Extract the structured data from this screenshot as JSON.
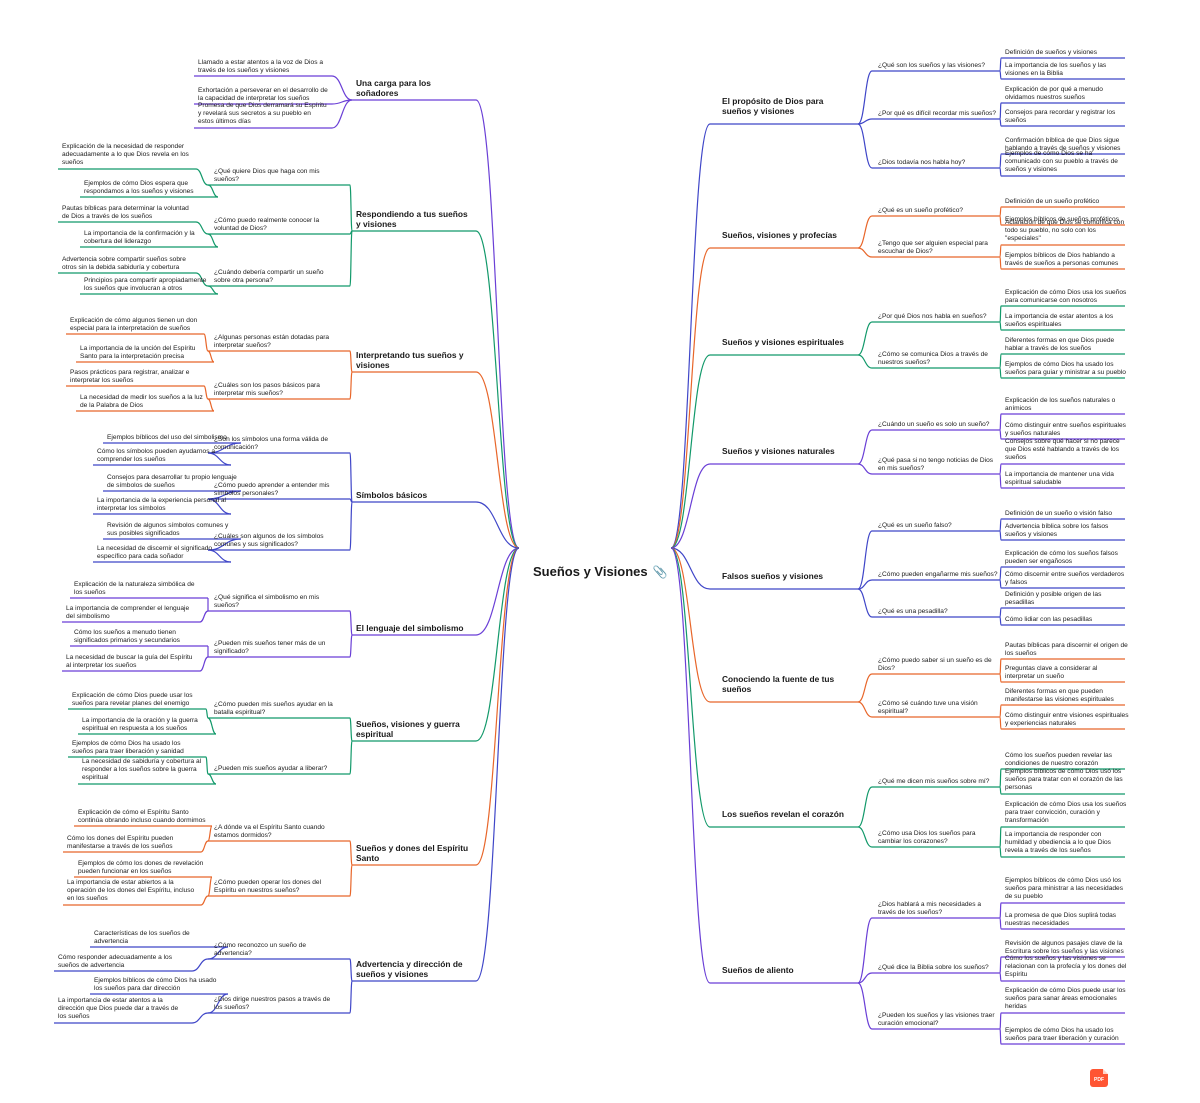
{
  "root": {
    "title": "Sueños y Visiones",
    "file_badge": "PDF",
    "attach_icon": "paperclip-icon"
  },
  "colors": {
    "purple": "#6a3fd6",
    "blue": "#3f46c8",
    "orange": "#e8662a",
    "green": "#12996a"
  },
  "left": [
    {
      "label": "Una carga para los soñadores",
      "color": "purple",
      "leaves_only": true,
      "children": [
        {
          "label": "Llamado a estar atentos a la voz de Dios a través de los sueños y visiones"
        },
        {
          "label": "Exhortación a perseverar en el desarrollo de la capacidad de interpretar los sueños"
        },
        {
          "label": "Promesa de que Dios derramará su Espíritu y revelará sus secretos a su pueblo en estos últimos días"
        }
      ]
    },
    {
      "label": "Respondiendo a tus sueños y visiones",
      "color": "green",
      "children": [
        {
          "label": "¿Qué quiere Dios que haga con mis sueños?",
          "children": [
            {
              "label": "Explicación de la necesidad de responder adecuadamente a lo que Dios revela en los sueños"
            },
            {
              "label": "Ejemplos de cómo Dios espera que respondamos a los sueños y visiones"
            }
          ]
        },
        {
          "label": "¿Cómo puedo realmente conocer la voluntad de Dios?",
          "children": [
            {
              "label": "Pautas bíblicas para determinar la voluntad de Dios a través de los sueños"
            },
            {
              "label": "La importancia de la confirmación y la cobertura del liderazgo"
            }
          ]
        },
        {
          "label": "¿Cuándo debería compartir un sueño sobre otra persona?",
          "children": [
            {
              "label": "Advertencia sobre compartir sueños sobre otros sin la debida sabiduría y cobertura"
            },
            {
              "label": "Principios para compartir apropiadamente los sueños que involucran a otros"
            }
          ]
        }
      ]
    },
    {
      "label": "Interpretando tus sueños y visiones",
      "color": "orange",
      "children": [
        {
          "label": "¿Algunas personas están dotadas para interpretar sueños?",
          "children": [
            {
              "label": "Explicación de cómo algunos tienen un don especial para la interpretación de sueños"
            },
            {
              "label": "La importancia de la unción del Espíritu Santo para la interpretación precisa"
            }
          ]
        },
        {
          "label": "¿Cuáles son los pasos básicos para interpretar mis sueños?",
          "children": [
            {
              "label": "Pasos prácticos para registrar, analizar e interpretar los sueños"
            },
            {
              "label": "La necesidad de medir los sueños a la luz de la Palabra de Dios"
            }
          ]
        }
      ]
    },
    {
      "label": "Símbolos básicos",
      "color": "blue",
      "children": [
        {
          "label": "¿Son los símbolos una forma válida de comunicación?",
          "children": [
            {
              "label": "Ejemplos bíblicos del uso del simbolismo"
            },
            {
              "label": "Cómo los símbolos pueden ayudarnos a comprender los sueños"
            }
          ]
        },
        {
          "label": "¿Cómo puedo aprender a entender mis símbolos personales?",
          "children": [
            {
              "label": "Consejos para desarrollar tu propio lenguaje de símbolos de sueños"
            },
            {
              "label": "La importancia de la experiencia personal al interpretar los símbolos"
            }
          ]
        },
        {
          "label": "¿Cuáles son algunos de los símbolos comunes y sus significados?",
          "children": [
            {
              "label": "Revisión de algunos símbolos comunes y sus posibles significados"
            },
            {
              "label": "La necesidad de discernir el significado específico para cada soñador"
            }
          ]
        }
      ]
    },
    {
      "label": "El lenguaje del simbolismo",
      "color": "purple",
      "children": [
        {
          "label": "¿Qué significa el simbolismo en mis sueños?",
          "children": [
            {
              "label": "Explicación de la naturaleza simbólica de los sueños"
            },
            {
              "label": "La importancia de comprender el lenguaje del simbolismo"
            }
          ]
        },
        {
          "label": "¿Pueden mis sueños tener más de un significado?",
          "children": [
            {
              "label": "Cómo los sueños a menudo tienen significados primarios y secundarios"
            },
            {
              "label": "La necesidad de buscar la guía del Espíritu al interpretar los sueños"
            }
          ]
        }
      ]
    },
    {
      "label": "Sueños, visiones y guerra espiritual",
      "color": "green",
      "children": [
        {
          "label": "¿Cómo pueden mis sueños ayudar en la batalla espiritual?",
          "children": [
            {
              "label": "Explicación de cómo Dios puede usar los sueños para revelar planes del enemigo"
            },
            {
              "label": "La importancia de la oración y la guerra espiritual en respuesta a los sueños"
            }
          ]
        },
        {
          "label": "¿Pueden mis sueños ayudar a liberar?",
          "children": [
            {
              "label": "Ejemplos de cómo Dios ha usado los sueños para traer liberación y sanidad"
            },
            {
              "label": "La necesidad de sabiduría y cobertura al responder a los sueños sobre la guerra espiritual"
            }
          ]
        }
      ]
    },
    {
      "label": "Sueños y dones del Espíritu Santo",
      "color": "orange",
      "children": [
        {
          "label": "¿A dónde va el Espíritu Santo cuando estamos dormidos?",
          "children": [
            {
              "label": "Explicación de cómo el Espíritu Santo continúa obrando incluso cuando dormimos"
            },
            {
              "label": "Cómo los dones del Espíritu pueden manifestarse a través de los sueños"
            }
          ]
        },
        {
          "label": "¿Cómo pueden operar los dones del Espíritu en nuestros sueños?",
          "children": [
            {
              "label": "Ejemplos de cómo los dones de revelación pueden funcionar en los sueños"
            },
            {
              "label": "La importancia de estar abiertos a la operación de los dones del Espíritu, incluso en los sueños"
            }
          ]
        }
      ]
    },
    {
      "label": "Advertencia y dirección de sueños y visiones",
      "color": "blue",
      "children": [
        {
          "label": "¿Cómo reconozco un sueño de advertencia?",
          "children": [
            {
              "label": "Características de los sueños de advertencia"
            },
            {
              "label": "Cómo responder adecuadamente a los sueños de advertencia"
            }
          ]
        },
        {
          "label": "¿Dios dirige nuestros pasos a través de los sueños?",
          "children": [
            {
              "label": "Ejemplos bíblicos de cómo Dios ha usado los sueños para dar dirección"
            },
            {
              "label": "La importancia de estar atentos a la dirección que Dios puede dar a través de los sueños"
            }
          ]
        }
      ]
    }
  ],
  "right": [
    {
      "label": "El propósito de Dios para sueños y visiones",
      "color": "blue",
      "children": [
        {
          "label": "¿Qué son los sueños y las visiones?",
          "children": [
            {
              "label": "Definición de sueños y visiones"
            },
            {
              "label": "La importancia de los sueños y las visiones en la Biblia"
            }
          ]
        },
        {
          "label": "¿Por qué es difícil recordar mis sueños?",
          "children": [
            {
              "label": "Explicación de por qué a menudo olvidamos nuestros sueños"
            },
            {
              "label": "Consejos para recordar y registrar los sueños"
            }
          ]
        },
        {
          "label": "¿Dios todavía nos habla hoy?",
          "children": [
            {
              "label": "Confirmación bíblica de que Dios sigue hablando a través de sueños y visiones"
            },
            {
              "label": "Ejemplos de cómo Dios se ha comunicado con su pueblo a través de sueños y visiones"
            }
          ]
        }
      ]
    },
    {
      "label": "Sueños, visiones y profecías",
      "color": "orange",
      "children": [
        {
          "label": "¿Qué es un sueño profético?",
          "children": [
            {
              "label": "Definición de un sueño profético"
            },
            {
              "label": "Ejemplos bíblicos de sueños proféticos"
            }
          ]
        },
        {
          "label": "¿Tengo que ser alguien especial para escuchar de Dios?",
          "children": [
            {
              "label": "Aclaración de que Dios se comunica con todo su pueblo, no solo con los \"especiales\""
            },
            {
              "label": "Ejemplos bíblicos de Dios hablando a través de sueños a personas comunes"
            }
          ]
        }
      ]
    },
    {
      "label": "Sueños y visiones espirituales",
      "color": "green",
      "children": [
        {
          "label": "¿Por qué Dios nos habla en sueños?",
          "children": [
            {
              "label": "Explicación de cómo Dios usa los sueños para comunicarse con nosotros"
            },
            {
              "label": "La importancia de estar atentos a los sueños espirituales"
            }
          ]
        },
        {
          "label": "¿Cómo se comunica Dios a través de nuestros sueños?",
          "children": [
            {
              "label": "Diferentes formas en que Dios puede hablar a través de los sueños"
            },
            {
              "label": "Ejemplos de cómo Dios ha usado los sueños para guiar y ministrar a su pueblo"
            }
          ]
        }
      ]
    },
    {
      "label": "Sueños y visiones naturales",
      "color": "purple",
      "children": [
        {
          "label": "¿Cuándo un sueño es solo un sueño?",
          "children": [
            {
              "label": "Explicación de los sueños naturales o anímicos"
            },
            {
              "label": "Cómo distinguir entre sueños espirituales y sueños naturales"
            }
          ]
        },
        {
          "label": "¿Qué pasa si no tengo noticias de Dios en mis sueños?",
          "children": [
            {
              "label": "Consejos sobre qué hacer si no parece que Dios esté hablando a través de los sueños"
            },
            {
              "label": "La importancia de mantener una vida espiritual saludable"
            }
          ]
        }
      ]
    },
    {
      "label": "Falsos sueños y visiones",
      "color": "blue",
      "children": [
        {
          "label": "¿Qué es un sueño falso?",
          "children": [
            {
              "label": "Definición de un sueño o visión falso"
            },
            {
              "label": "Advertencia bíblica sobre los falsos sueños y visiones"
            }
          ]
        },
        {
          "label": "¿Cómo pueden engañarme mis sueños?",
          "children": [
            {
              "label": "Explicación de cómo los sueños falsos pueden ser engañosos"
            },
            {
              "label": "Cómo discernir entre sueños verdaderos y falsos"
            }
          ]
        },
        {
          "label": "¿Qué es una pesadilla?",
          "children": [
            {
              "label": "Definición y posible origen de las pesadillas"
            },
            {
              "label": "Cómo lidiar con las pesadillas"
            }
          ]
        }
      ]
    },
    {
      "label": "Conociendo la fuente de tus sueños",
      "color": "orange",
      "children": [
        {
          "label": "¿Cómo puedo saber si un sueño es de Dios?",
          "children": [
            {
              "label": "Pautas bíblicas para discernir el origen de los sueños"
            },
            {
              "label": "Preguntas clave a considerar al interpretar un sueño"
            }
          ]
        },
        {
          "label": "¿Cómo sé cuándo tuve una visión espiritual?",
          "children": [
            {
              "label": "Diferentes formas en que pueden manifestarse las visiones espirituales"
            },
            {
              "label": "Cómo distinguir entre visiones espirituales y experiencias naturales"
            }
          ]
        }
      ]
    },
    {
      "label": "Los sueños revelan el corazón",
      "color": "green",
      "children": [
        {
          "label": "¿Qué me dicen mis sueños sobre mí?",
          "children": [
            {
              "label": "Cómo los sueños pueden revelar las condiciones de nuestro corazón"
            },
            {
              "label": "Ejemplos bíblicos de cómo Dios usó los sueños para tratar con el corazón de las personas"
            }
          ]
        },
        {
          "label": "¿Cómo usa Dios los sueños para cambiar los corazones?",
          "children": [
            {
              "label": "Explicación de cómo Dios usa los sueños para traer convicción, curación y transformación"
            },
            {
              "label": "La importancia de responder con humildad y obediencia a lo que Dios revela a través de los sueños"
            }
          ]
        }
      ]
    },
    {
      "label": "Sueños de aliento",
      "color": "purple",
      "children": [
        {
          "label": "¿Dios hablará a mis necesidades a través de los sueños?",
          "children": [
            {
              "label": "Ejemplos bíblicos de cómo Dios usó los sueños para ministrar a las necesidades de su pueblo"
            },
            {
              "label": "La promesa de que Dios suplirá todas nuestras necesidades"
            }
          ]
        },
        {
          "label": "¿Qué dice la Biblia sobre los sueños?",
          "children": [
            {
              "label": "Revisión de algunos pasajes clave de la Escritura sobre los sueños y las visiones"
            },
            {
              "label": "Cómo los sueños y las visiones se relacionan con la profecía y los dones del Espíritu"
            }
          ]
        },
        {
          "label": "¿Pueden los sueños y las visiones traer curación emocional?",
          "children": [
            {
              "label": "Explicación de cómo Dios puede usar los sueños para sanar áreas emocionales heridas"
            },
            {
              "label": "Ejemplos de cómo Dios ha usado los sueños para traer liberación y curación"
            }
          ]
        }
      ]
    }
  ]
}
